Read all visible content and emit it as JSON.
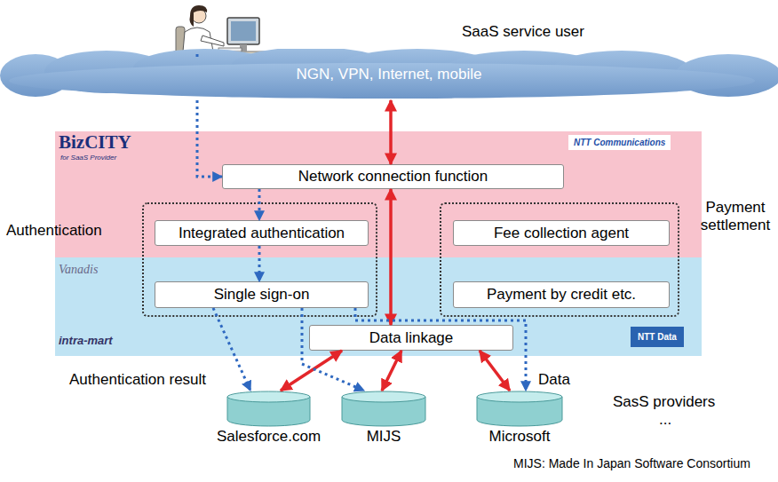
{
  "diagram": {
    "nodes": [
      {
        "text": [
          "NGN, VPN, Internet, mobile"
        ]
      },
      {
        "text": [
          "BizCITY",
          "for SaaS Provider",
          "NTT Communications"
        ]
      },
      {
        "text": [
          "Vanadis",
          "intra-mart",
          "NTT Data"
        ]
      },
      {
        "text": [
          "Network connection function"
        ],
        "in": 1
      },
      {
        "text": [
          "Authentication"
        ]
      },
      {
        "text": [
          "Integrated authentication"
        ],
        "in": 4
      },
      {
        "text": [
          "Single sign-on"
        ],
        "in": 4
      },
      {
        "text": [
          "Payment settlement"
        ]
      },
      {
        "text": [
          "Fee collection agent"
        ],
        "in": 7
      },
      {
        "text": [
          "Payment by credit etc."
        ],
        "in": 7
      },
      {
        "text": [
          "Data linkage"
        ],
        "in": 2
      },
      {
        "text": [
          "Salesforce.com"
        ]
      },
      {
        "text": [
          "MIJS"
        ]
      },
      {
        "text": [
          "Microsoft"
        ]
      }
    ],
    "edges": [
      {
        "from": 0,
        "to": 3,
        "arrow": "both"
      },
      {
        "from": 3,
        "to": 10,
        "arrow": "both"
      },
      {
        "from": 10,
        "to": 11,
        "arrow": "both"
      },
      {
        "from": 10,
        "to": 12,
        "arrow": "both"
      },
      {
        "from": 10,
        "to": 13,
        "arrow": "both"
      },
      {
        "from": 0,
        "to": 3,
        "arrow": "to"
      },
      {
        "from": 3,
        "to": 5,
        "arrow": "to"
      },
      {
        "from": 5,
        "to": 6,
        "arrow": "to"
      },
      {
        "from": 6,
        "to": 11,
        "arrow": "to"
      },
      {
        "from": 6,
        "to": 12,
        "arrow": "to"
      },
      {
        "from": 6,
        "to": 13,
        "arrow": "to"
      }
    ],
    "labels": [
      "SaaS service user",
      "Authentication result",
      "Data",
      "SasS providers",
      "...",
      "MIJS: Made In Japan Software Consortium"
    ]
  }
}
